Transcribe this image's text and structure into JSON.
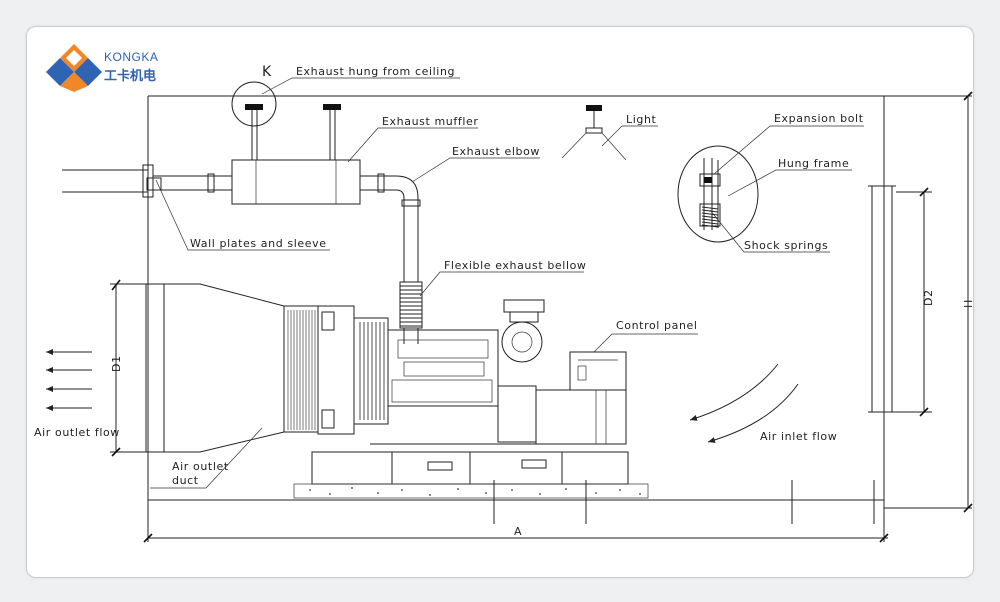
{
  "brand": {
    "name": "KONGKA",
    "name_cn": "工卡机电",
    "color_orange": "#f0882a",
    "color_blue": "#2f63b4",
    "text_color": "#2f63b4"
  },
  "labels": {
    "k_marker": "K",
    "exhaust_hung": "Exhaust hung from ceiling",
    "exhaust_muffler": "Exhaust muffler",
    "light": "Light",
    "expansion_bolt": "Expansion bolt",
    "exhaust_elbow": "Exhaust elbow",
    "hung_frame": "Hung frame",
    "wall_plates": "Wall plates and sleeve",
    "shock_springs": "Shock springs",
    "flexible_bellow": "Flexible exhaust bellow",
    "control_panel": "Control panel",
    "air_outlet_flow": "Air outlet flow",
    "air_outlet_duct_1": "Air outlet",
    "air_outlet_duct_2": "duct",
    "air_inlet_flow": "Air inlet flow"
  },
  "dimensions": {
    "d1": "D1",
    "d2": "D2",
    "h": "H",
    "a": "A"
  }
}
